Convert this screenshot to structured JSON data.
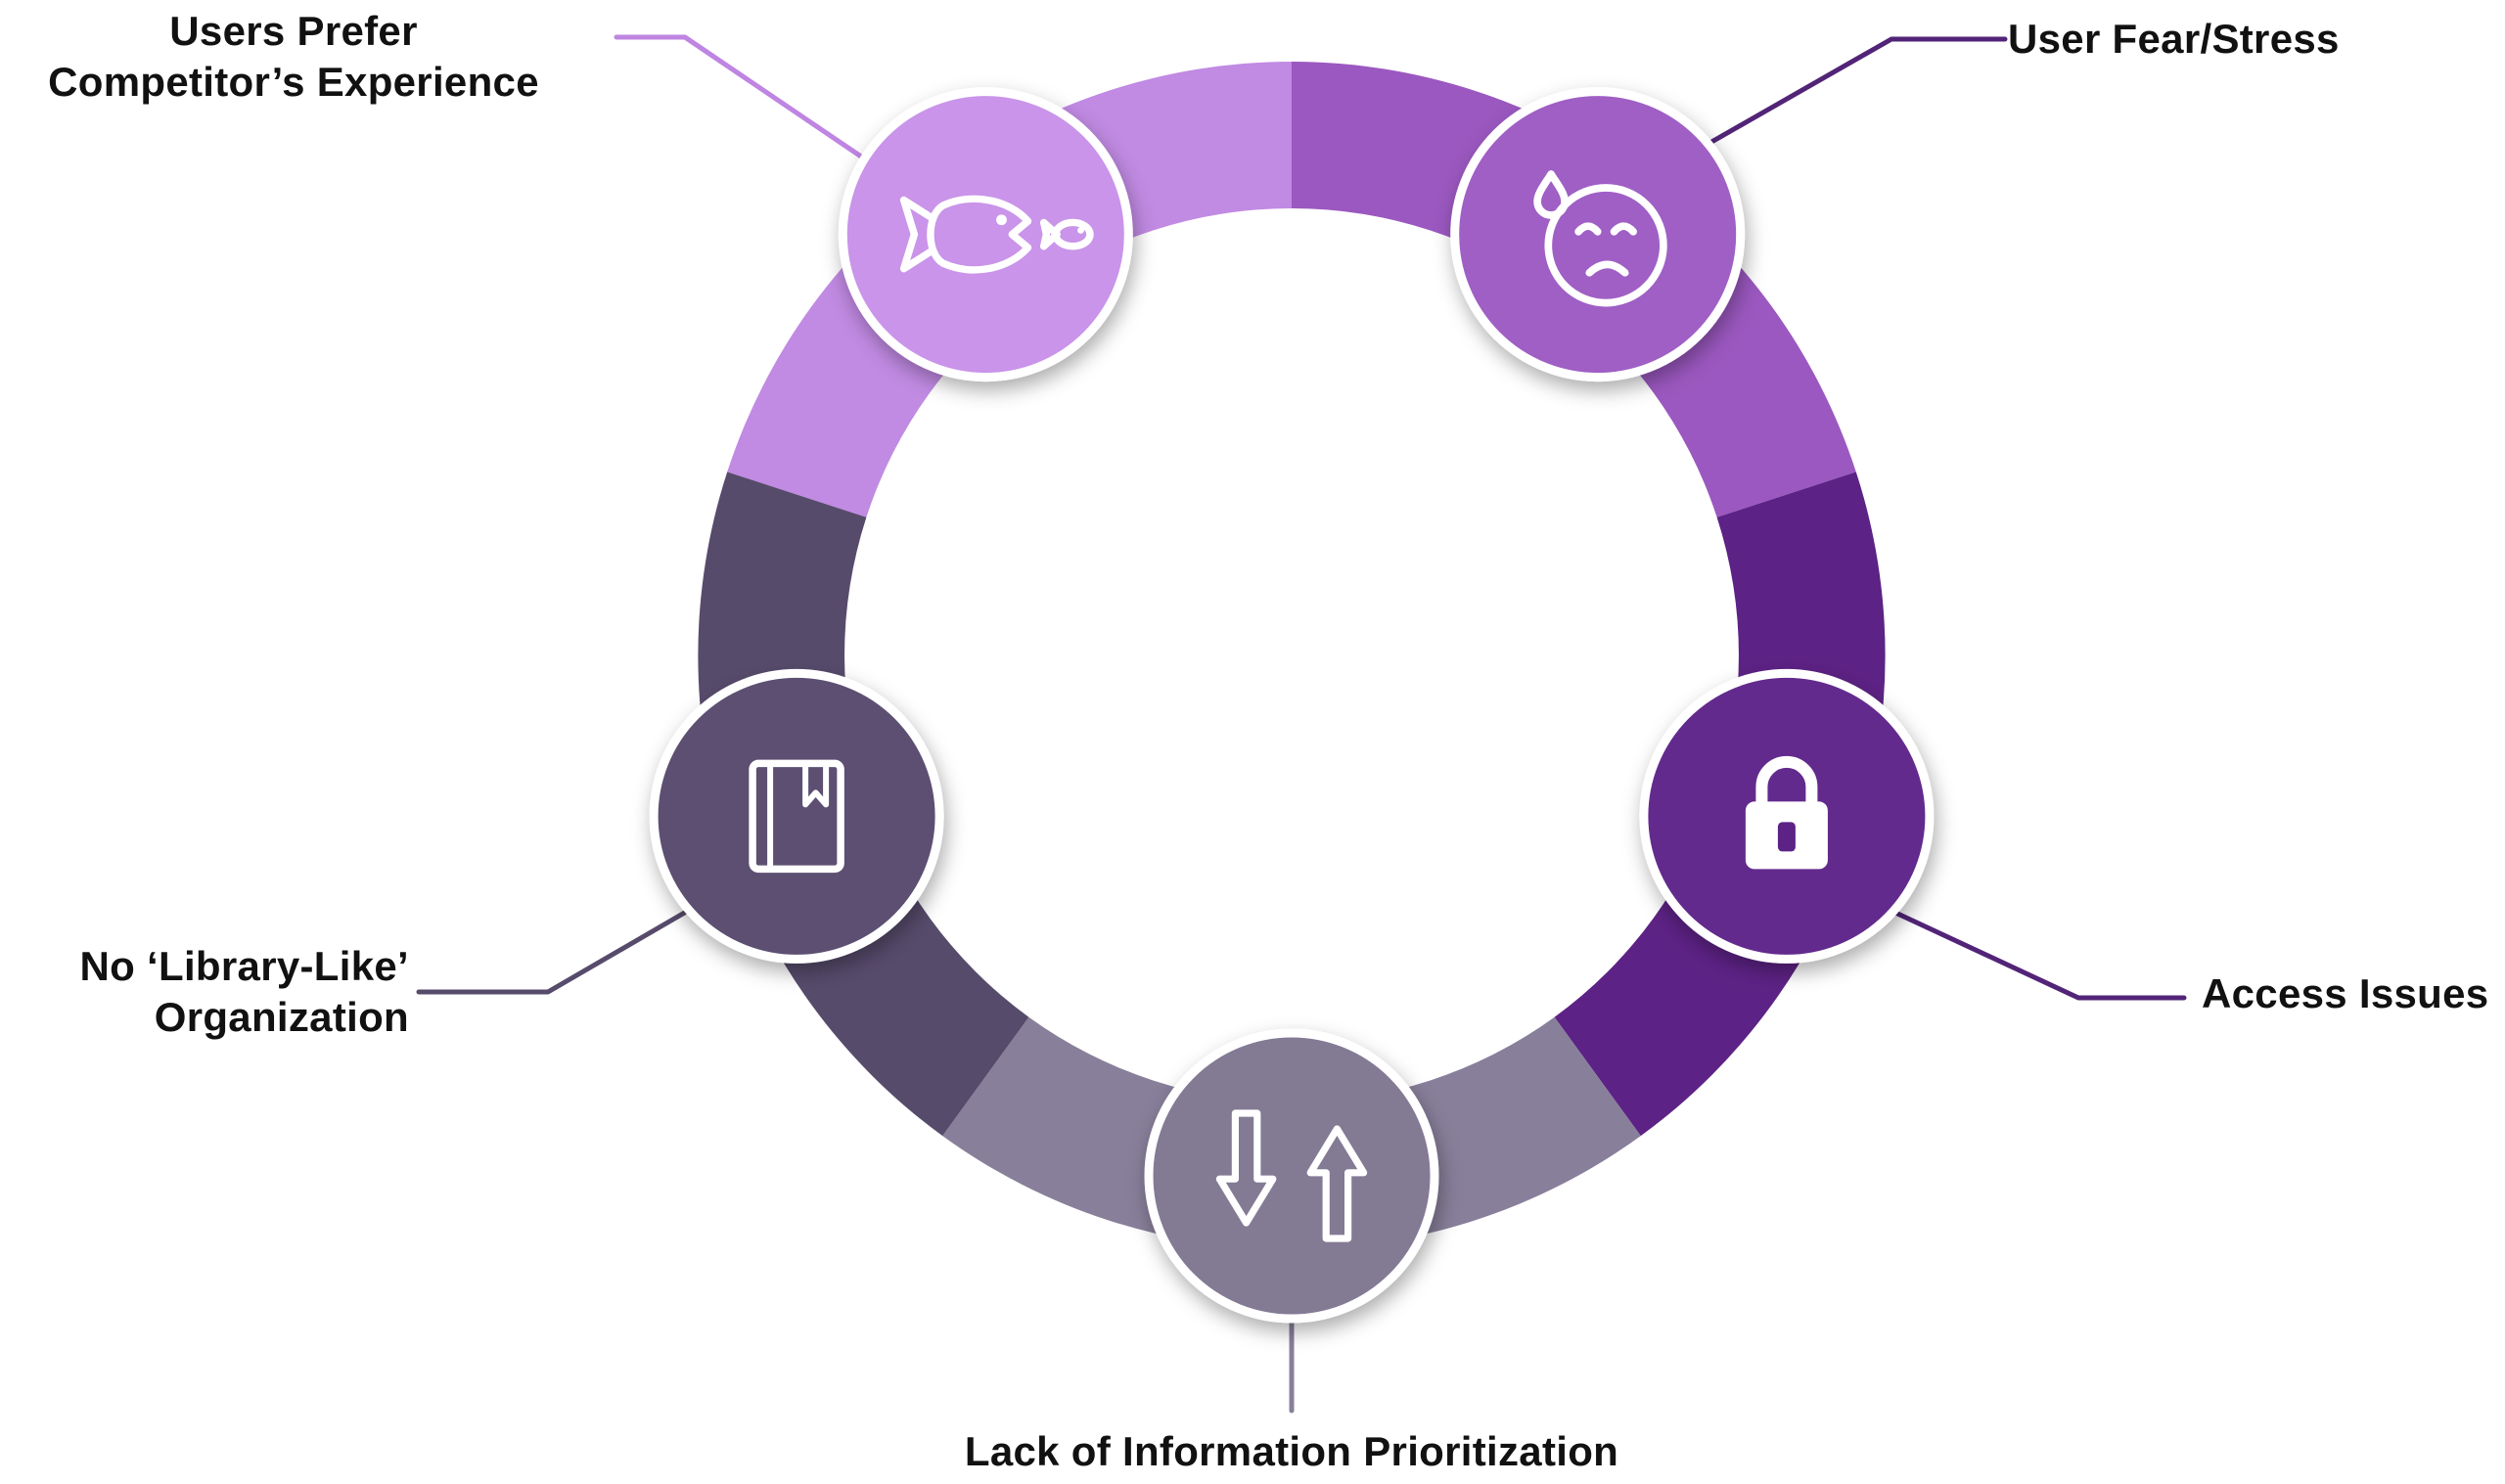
{
  "diagram": {
    "type": "circular-cycle-infographic",
    "background_color": "#ffffff",
    "text_color": "#111111",
    "segments": [
      {
        "name": "users-prefer-competitor",
        "label": "Users Prefer\nCompetitor’s Experience",
        "segment_color": "#c18ae3",
        "circle_color": "#c994e9",
        "leader_color": "#bf85e2",
        "icon": "big-fish-small-fish-icon"
      },
      {
        "name": "user-fear-stress",
        "label": "User Fear/Stress",
        "segment_color": "#9b58c0",
        "circle_color": "#9f5ec5",
        "leader_color": "#522478",
        "icon": "worried-face-sweat-icon"
      },
      {
        "name": "access-issues",
        "label": "Access Issues",
        "segment_color": "#5d2285",
        "circle_color": "#632b8d",
        "leader_color": "#522478",
        "icon": "padlock-icon"
      },
      {
        "name": "lack-of-information-prioritization",
        "label": "Lack of Information Prioritization",
        "segment_color": "#887f9a",
        "circle_color": "#837a94",
        "leader_color": "#887f9a",
        "icon": "down-up-arrows-icon"
      },
      {
        "name": "no-library-like-organization",
        "label": "No ‘Library-Like’\nOrganization",
        "segment_color": "#574b6c",
        "circle_color": "#5b4f72",
        "leader_color": "#574b6c",
        "icon": "book-bookmark-icon"
      }
    ]
  }
}
